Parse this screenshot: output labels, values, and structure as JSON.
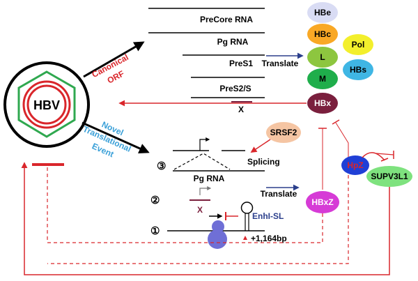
{
  "center": {
    "label": "HBV"
  },
  "transcripts": {
    "precore": "PreCore RNA",
    "pg": "Pg RNA",
    "pres1": "PreS1",
    "pres2s": "PreS2/S",
    "x": "X"
  },
  "canonical": {
    "line1": "Canonical",
    "line2": "ORF"
  },
  "novel": {
    "line1": "Novel",
    "line2": "Translational",
    "line3": "Event"
  },
  "translate_label": "Translate",
  "proteins": {
    "hbe": "HBe",
    "hbc": "HBc",
    "pol": "Pol",
    "l": "L",
    "hbs": "HBs",
    "m": "M",
    "hbx": "HBx"
  },
  "novel_event": {
    "srsf2": "SRSF2",
    "splicing": "Splicing",
    "pg_rna": "Pg RNA",
    "x": "X",
    "enhl_sl": "EnhI-SL",
    "position": "+1,164bp",
    "step3": "③",
    "step2": "②",
    "step1": "①"
  },
  "novel_proteins": {
    "hbxz": "HBxZ",
    "hpz": "HpZ",
    "supv3l1": "SUPV3L1"
  },
  "colors": {
    "red": "#d9262b",
    "green": "#2fa84f",
    "navy": "#2b3f8c",
    "canonical_text": "#d9262b",
    "novel_text": "#3aa0d8",
    "hbe": "#d9dcf4",
    "hbc": "#f9a825",
    "pol": "#f3ef2c",
    "l": "#8dc63f",
    "hbs": "#3fb6e4",
    "m": "#1fae4b",
    "hbx": "#7a1f3d",
    "srsf2": "#f5c5a3",
    "hbxz": "#d63bd6",
    "hpz": "#1f3fd6",
    "supv3l1": "#7ee27e",
    "ribosome": "#6f6fd6"
  }
}
